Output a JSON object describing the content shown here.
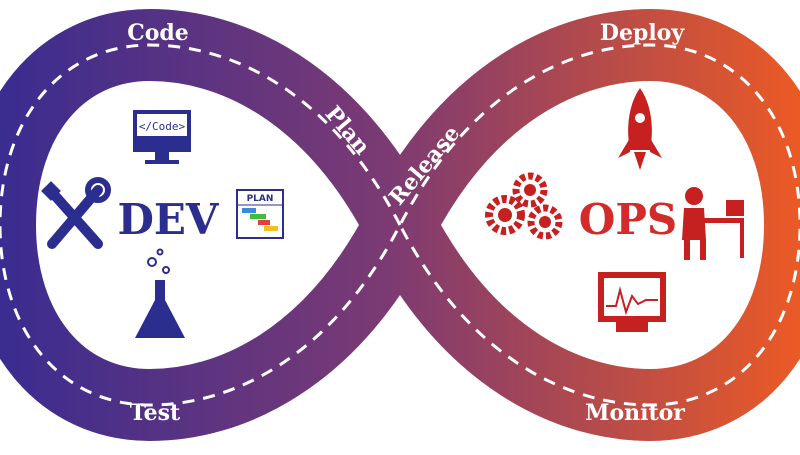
{
  "diagram": {
    "stages": {
      "code": "Code",
      "deploy": "Deploy",
      "plan": "Plan",
      "release": "Release",
      "test": "Test",
      "monitor": "Monitor"
    },
    "left_loop": {
      "label": "DEV",
      "color": "#2b2d8f"
    },
    "right_loop": {
      "label": "OPS",
      "color": "#d42a2a"
    },
    "monitor_icon": {
      "text": "</Code>"
    },
    "plan_chart_icon": {
      "text": "PLAN"
    },
    "gradient": {
      "from": "#3b2a8f",
      "mid": "#7a3a78",
      "to": "#e8562a"
    }
  }
}
